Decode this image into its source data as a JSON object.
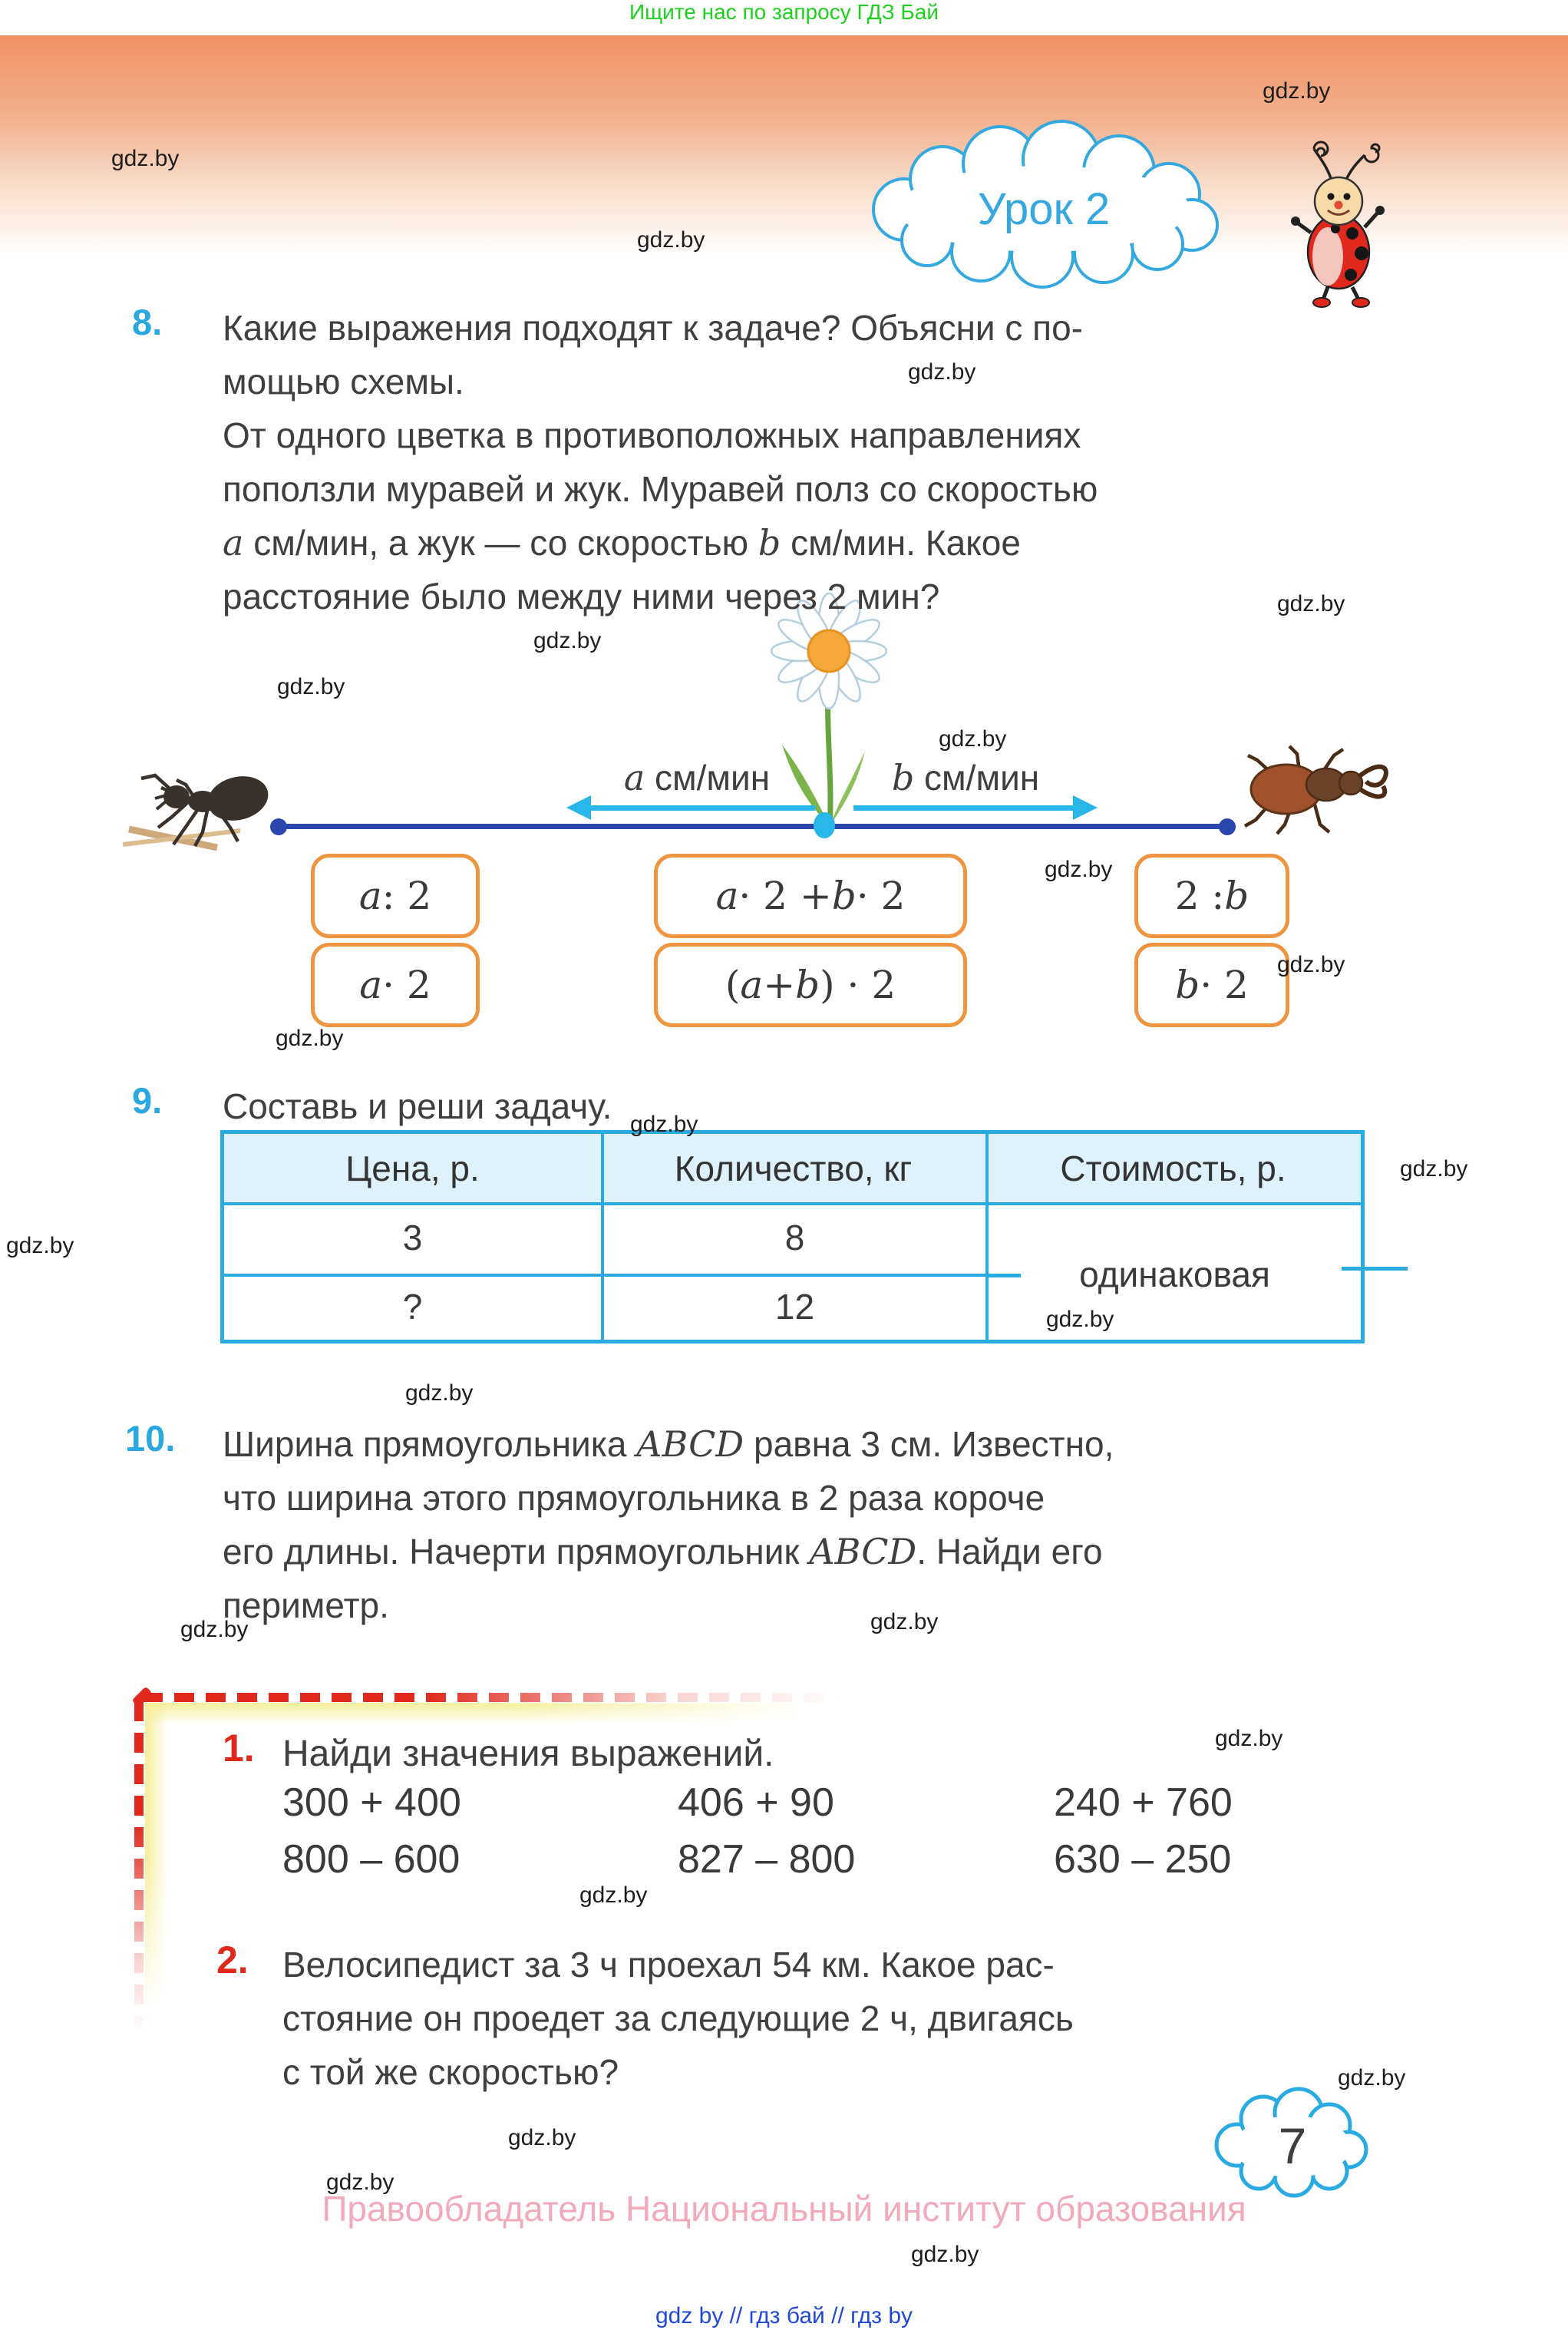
{
  "watermark": {
    "text": "gdz.by"
  },
  "header": {
    "promo_text": "Ищите нас по запросу ГДЗ Бай",
    "lesson_label": "Урок 2"
  },
  "problem8": {
    "number": "8.",
    "lines": [
      "Какие выражения подходят к задаче? Объясни с по-",
      "мощью схемы.",
      "От одного цветка в противоположных направлениях",
      "поползли муравей и жук. Муравей полз со скоростью",
      "a см/мин, а жук — со скоростью b см/мин. Какое",
      "расстояние было между ними через 2 мин?"
    ],
    "diagram": {
      "speed_left": "a см/мин",
      "speed_right": "b см/мин"
    },
    "options": {
      "col1": [
        "a : 2",
        "a · 2"
      ],
      "col2": [
        "a · 2 + b · 2",
        "(a + b) · 2"
      ],
      "col3": [
        "2 : b",
        "b · 2"
      ]
    }
  },
  "problem9": {
    "number": "9.",
    "title": "Составь и реши задачу.",
    "table": {
      "headers": [
        "Цена, р.",
        "Количество, кг",
        "Стоимость, р."
      ],
      "rows": [
        [
          "3",
          "8"
        ],
        [
          "?",
          "12"
        ]
      ],
      "merged_value": "одинаковая"
    }
  },
  "problem10": {
    "number": "10.",
    "lines": [
      "Ширина прямоугольника ABCD равна 3 см. Известно,",
      "что ширина этого прямоугольника в 2 раза короче",
      "его длины. Начерти прямоугольник ABCD. Найди его",
      "периметр."
    ]
  },
  "homework": {
    "task1": {
      "number": "1.",
      "title": "Найди значения выражений.",
      "rows": [
        [
          "300 + 400",
          "406 + 90",
          "240 + 760"
        ],
        [
          "800 – 600",
          "827 – 800",
          "630 – 250"
        ]
      ]
    },
    "task2": {
      "number": "2.",
      "lines": [
        "Велосипедист за 3 ч проехал 54 км. Какое рас-",
        "стояние он проедет за следующие 2 ч, двигаясь",
        "с той же скоростью?"
      ]
    }
  },
  "page": {
    "number": "7"
  },
  "footer": {
    "copyright": "Правообладатель Национальный институт образования",
    "links": "gdz by  //  гдз бай  //  гдз by"
  },
  "colors": {
    "accent_blue": "#29abe2",
    "number_blue": "#2aa9e0",
    "task_red": "#e0281c",
    "box_orange": "#f0953f",
    "line_navy": "#2a47ad",
    "arrow_cyan": "#29b6e8",
    "promo_green": "#1fd11f",
    "copyright_pink": "#f2a9bc",
    "links_blue": "#2149d6",
    "table_header_bg": "#dff1fb"
  }
}
